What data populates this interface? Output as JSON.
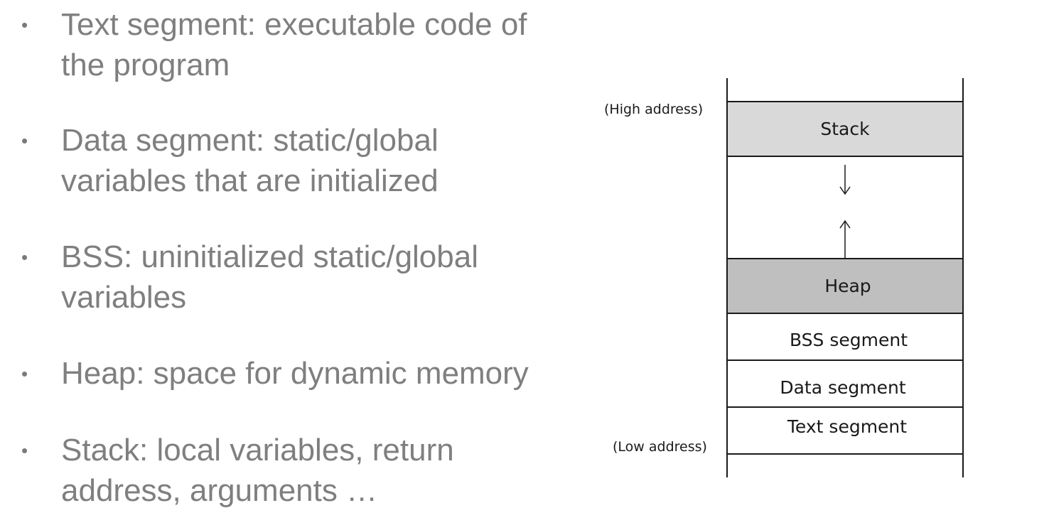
{
  "bullets": [
    {
      "lines": [
        "Text segment: executable code of",
        "the program"
      ]
    },
    {
      "lines": [
        "Data segment: static/global",
        "variables that are initialized"
      ]
    },
    {
      "lines": [
        "BSS: uninitialized static/global",
        "variables"
      ]
    },
    {
      "lines": [
        "Heap: space for dynamic memory"
      ]
    },
    {
      "lines": [
        "Stack: local variables, return",
        "address, arguments …"
      ]
    }
  ],
  "diagram": {
    "high_address_label": "(High address)",
    "low_address_label": "(Low address)",
    "segments": {
      "stack": "Stack",
      "heap": "Heap",
      "bss": "BSS segment",
      "data": "Data segment",
      "text": "Text segment"
    },
    "colors": {
      "stack_fill": "#d9d9d9",
      "heap_fill": "#bfbfbf",
      "line": "#1a1a1a"
    }
  }
}
